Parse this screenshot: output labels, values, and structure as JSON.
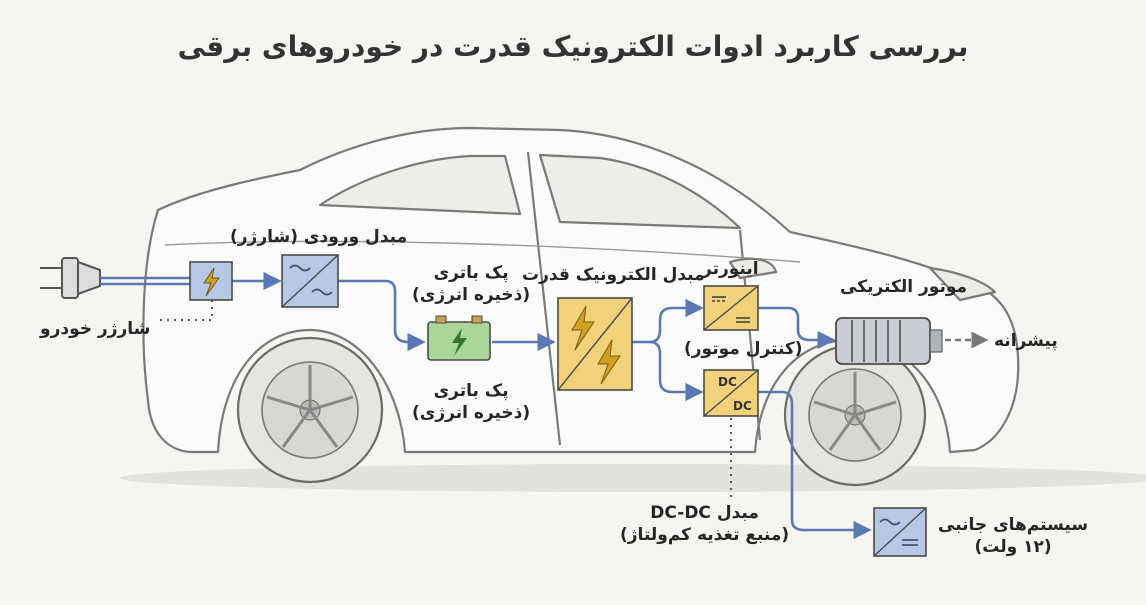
{
  "title": "بررسی کاربرد ادوات الکترونیک قدرت در خودروهای برقی",
  "labels": {
    "charger_plug": "شارژر خودرو",
    "input_converter": "مبدل ورودی (شارژر)",
    "battery_top_line1": "پک باتری",
    "battery_top_line2": "(ذخیره انرژی)",
    "battery_bottom_line1": "پک باتری",
    "battery_bottom_line2": "(ذخیره انرژی)",
    "power_converter": "مبدل الکترونیک قدرت",
    "inverter": "اینورتر",
    "inverter_sub": "(کنترل موتور)",
    "motor": "موتور الکتریکی",
    "propulsion": "پیشرانه",
    "dcdc_box_top": "DC",
    "dcdc_box_bottom": "DC",
    "dcdc_line1": "مبدل DC-DC",
    "dcdc_line2": "(منبع تغذیه کم‌ولتاژ)",
    "aux_line1": "سیستم‌های جانبی",
    "aux_line2": "(۱۲ ولت)"
  },
  "colors": {
    "wire": "#5a78b4",
    "blue_box": "#b6c8e6",
    "yellow_box": "#f1d27a",
    "green_box": "#a9d79a",
    "bolt": "#d2a020",
    "car_line": "#7a7a7a"
  }
}
